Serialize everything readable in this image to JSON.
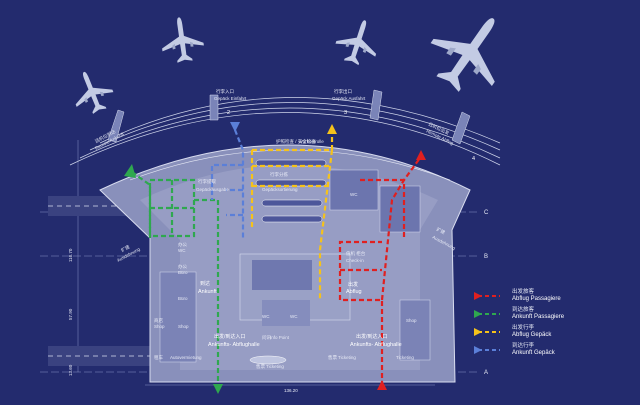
{
  "labels": {
    "remote_arrival": "Remote Ankunft",
    "remote_arrival_cn": "远机位到达",
    "baggage_entry": "Gepäck Einfahrt",
    "baggage_entry_cn": "行李入口",
    "baggage_exit": "Gepäck Ausfahrt",
    "baggage_exit_cn": "行李出口",
    "remote_departure": "Remote Abflug",
    "remote_departure_cn": "远机位出发",
    "preclearance": "Vorkontrolle",
    "preclearance_cn": "护照检查 / 安全检查",
    "baggage_sorting": "Gepäcksortierung",
    "baggage_sorting_cn": "行李分拣",
    "baggage_claim": "Gepäckausgabe",
    "baggage_claim_cn": "行李提取",
    "office": "Büro",
    "office_cn": "办公",
    "wc": "WC",
    "shop": "Shop",
    "shop_cn": "商店",
    "arrival_cn": "到达",
    "arrival": "Ankunft",
    "departure_cn": "出发",
    "departure": "Abflug",
    "checkin": "Check-in",
    "checkin_cn": "值机 柜台",
    "entrance_cn": "出发/到达入口",
    "entrance": "Ankunfts- Abflughalle",
    "info": "Info Point",
    "info_cn": "问讯",
    "ticketing": "Ticketing",
    "ticketing_cn": "售票",
    "car_rental": "Autovermietung",
    "car_rental_cn": "租车",
    "extension_left": "Ausdehnung",
    "extension_right": "Ausdehnung",
    "extension_cn": "扩建"
  },
  "gates": [
    "2",
    "3",
    "4"
  ],
  "grid": [
    "A",
    "B",
    "C"
  ],
  "dims": {
    "width": "136.20",
    "height1": "116.70",
    "height2": "57.90",
    "depth": "13.60"
  },
  "legend": [
    {
      "cn": "出发旅客",
      "de": "Abflug Passagiere",
      "color": "#e02020"
    },
    {
      "cn": "到达旅客",
      "de": "Ankunft Passagiere",
      "color": "#2fa84f"
    },
    {
      "cn": "出发行李",
      "de": "Abflug Gepäck",
      "color": "#f5c21b"
    },
    {
      "cn": "到达行李",
      "de": "Ankunft Gepäck",
      "color": "#5b7fd8"
    }
  ],
  "colors": {
    "background": "#232b6e",
    "departure_pax": "#e02020",
    "arrival_pax": "#2fa84f",
    "departure_bag": "#f5c21b",
    "arrival_bag": "#5b7fd8"
  }
}
